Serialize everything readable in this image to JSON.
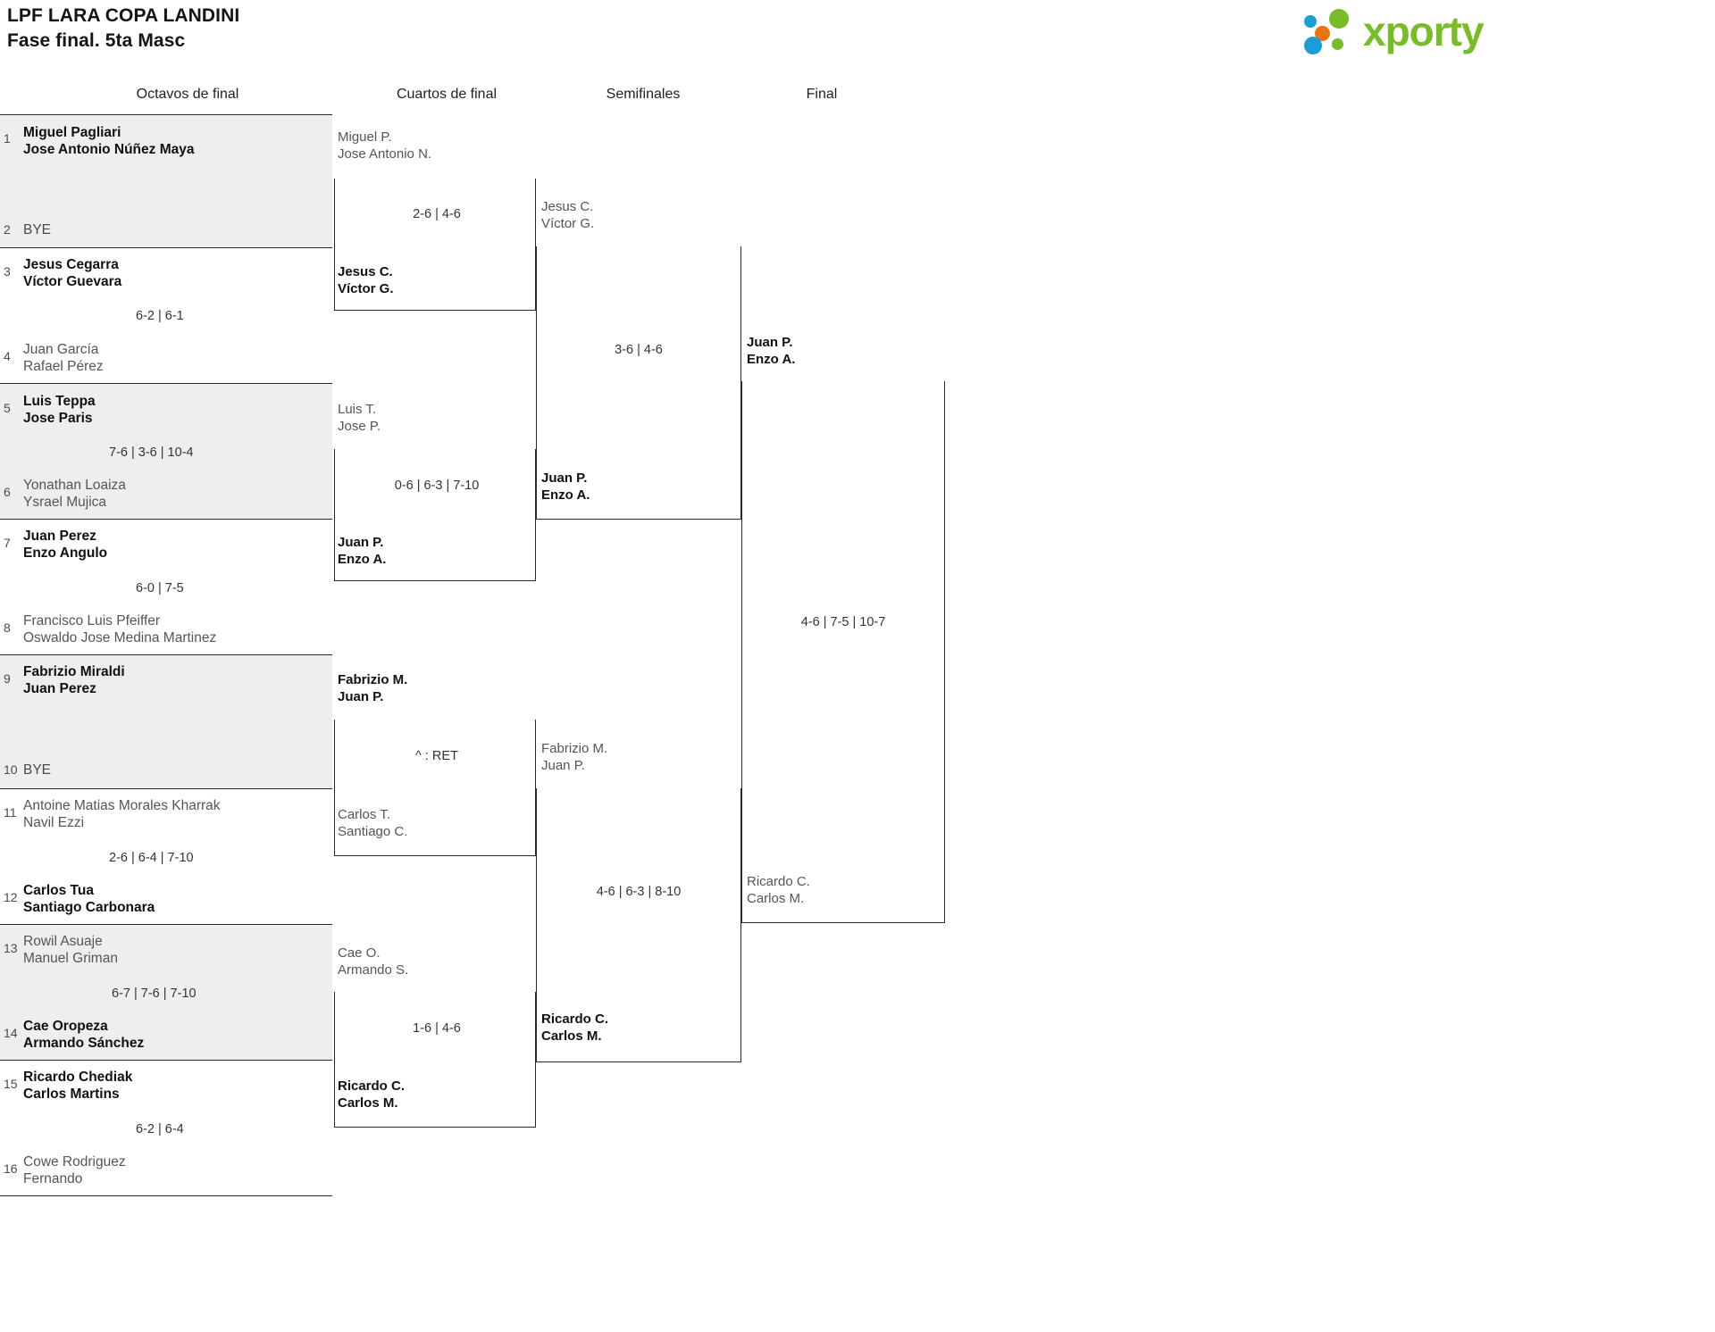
{
  "header": {
    "title_line1": "LPF LARA COPA LANDINI",
    "title_line2": "Fase final. 5ta Masc",
    "logo_text": "xporty",
    "logo_colors": {
      "blue": "#1b9dd9",
      "orange": "#e8760c",
      "green": "#78bc27"
    }
  },
  "rounds": [
    {
      "id": "r16",
      "label": "Octavos de final"
    },
    {
      "id": "qf",
      "label": "Cuartos de final"
    },
    {
      "id": "sf",
      "label": "Semifinales"
    },
    {
      "id": "f",
      "label": "Final"
    }
  ],
  "round16": [
    {
      "seed": "1",
      "p1": "Miguel Pagliari",
      "p2": "Jose Antonio Núñez Maya",
      "winner": true,
      "bye": false
    },
    {
      "seed": "2",
      "p1": "BYE",
      "p2": "",
      "winner": false,
      "bye": true
    },
    {
      "seed": "3",
      "p1": "Jesus Cegarra",
      "p2": "Víctor Guevara",
      "winner": true,
      "bye": false
    },
    {
      "seed": "4",
      "p1": "Juan García",
      "p2": "Rafael Pérez",
      "winner": false,
      "bye": false
    },
    {
      "seed": "5",
      "p1": "Luis Teppa",
      "p2": "Jose Paris",
      "winner": true,
      "bye": false
    },
    {
      "seed": "6",
      "p1": "Yonathan Loaiza",
      "p2": "Ysrael Mujica",
      "winner": false,
      "bye": false
    },
    {
      "seed": "7",
      "p1": "Juan Perez",
      "p2": "Enzo Angulo",
      "winner": true,
      "bye": false
    },
    {
      "seed": "8",
      "p1": "Francisco Luis Pfeiffer",
      "p2": "Oswaldo Jose Medina Martinez",
      "winner": false,
      "bye": false
    },
    {
      "seed": "9",
      "p1": "Fabrizio Miraldi",
      "p2": "Juan Perez",
      "winner": true,
      "bye": false
    },
    {
      "seed": "10",
      "p1": "BYE",
      "p2": "",
      "winner": false,
      "bye": true
    },
    {
      "seed": "11",
      "p1": "Antoine Matias Morales Kharrak",
      "p2": "Navil Ezzi",
      "winner": false,
      "bye": false
    },
    {
      "seed": "12",
      "p1": "Carlos Tua",
      "p2": "Santiago Carbonara",
      "winner": true,
      "bye": false
    },
    {
      "seed": "13",
      "p1": "Rowil Asuaje",
      "p2": "Manuel Griman",
      "winner": false,
      "bye": false
    },
    {
      "seed": "14",
      "p1": "Cae Oropeza",
      "p2": "Armando Sánchez",
      "winner": true,
      "bye": false
    },
    {
      "seed": "15",
      "p1": "Ricardo Chediak",
      "p2": "Carlos Martins",
      "winner": true,
      "bye": false
    },
    {
      "seed": "16",
      "p1": "Cowe Rodriguez",
      "p2": "Fernando",
      "winner": false,
      "bye": false
    }
  ],
  "round16_scores": [
    "",
    "6-2 | 6-1",
    "7-6 | 3-6 | 10-4",
    "6-0 | 7-5",
    "",
    "2-6 | 6-4 | 7-10",
    "6-7 | 7-6 | 7-10",
    "6-2 | 6-4"
  ],
  "quarters": [
    {
      "top": {
        "p1": "Miguel P.",
        "p2": "Jose Antonio N.",
        "winner": false
      },
      "bot": {
        "p1": "Jesus C.",
        "p2": "Víctor G.",
        "winner": true
      },
      "score": "2-6 | 4-6"
    },
    {
      "top": {
        "p1": "Luis T.",
        "p2": "Jose P.",
        "winner": false
      },
      "bot": {
        "p1": "Juan P.",
        "p2": "Enzo A.",
        "winner": true
      },
      "score": "0-6 | 6-3 | 7-10"
    },
    {
      "top": {
        "p1": "Fabrizio M.",
        "p2": "Juan P.",
        "winner": true
      },
      "bot": {
        "p1": "Carlos T.",
        "p2": "Santiago C.",
        "winner": false
      },
      "score": "^ : RET"
    },
    {
      "top": {
        "p1": "Cae O.",
        "p2": "Armando S.",
        "winner": false
      },
      "bot": {
        "p1": "Ricardo C.",
        "p2": "Carlos M.",
        "winner": true
      },
      "score": "1-6 | 4-6"
    }
  ],
  "semis": [
    {
      "top": {
        "p1": "Jesus C.",
        "p2": "Víctor G.",
        "winner": false
      },
      "bot": {
        "p1": "Juan P.",
        "p2": "Enzo A.",
        "winner": true
      },
      "score": "3-6 | 4-6"
    },
    {
      "top": {
        "p1": "Fabrizio M.",
        "p2": "Juan P.",
        "winner": false
      },
      "bot": {
        "p1": "Ricardo C.",
        "p2": "Carlos M.",
        "winner": true
      },
      "score": "4-6 | 6-3 | 8-10"
    }
  ],
  "final": {
    "top": {
      "p1": "Juan P.",
      "p2": "Enzo A.",
      "winner": true
    },
    "bot": {
      "p1": "Ricardo C.",
      "p2": "Carlos M.",
      "winner": false
    },
    "score": "4-6 | 7-5 | 10-7"
  }
}
